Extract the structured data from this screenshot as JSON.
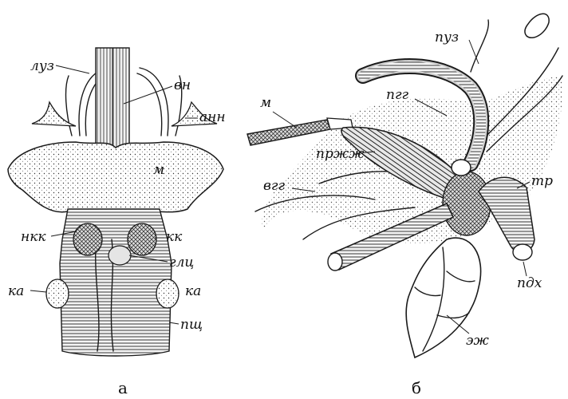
{
  "panel_a": {
    "caption": "а",
    "labels": {
      "luz": "луз",
      "vn": "вн",
      "ann": "анн",
      "m": "м",
      "nkk": "нкк",
      "kk": "кк",
      "glc": "глц",
      "ka_left": "ка",
      "ka_right": "ка",
      "pshc": "пщ"
    }
  },
  "panel_b": {
    "caption": "б",
    "labels": {
      "puz": "пуз",
      "m": "м",
      "pgg": "пгг",
      "przh": "пржж",
      "vgg": "вгг",
      "tr": "тр",
      "pdkh": "пдх",
      "zh": "эж"
    }
  }
}
